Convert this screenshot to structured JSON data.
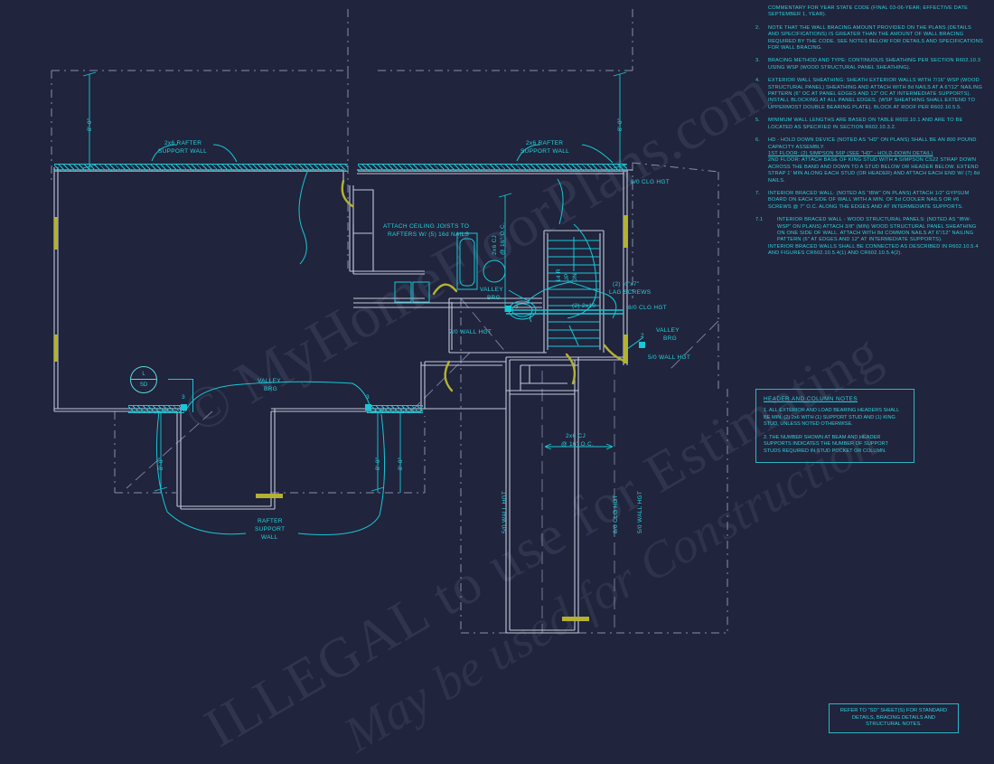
{
  "sheet": {
    "background_color": "#20243c",
    "line_color": "#9aa3bf",
    "annotation_color": "#29d3de",
    "header_color": "#b4b232"
  },
  "watermark": {
    "line1": "© MyHomeFloorPlans.com",
    "line2": "ILLEGAL to use for Estimating",
    "line3": "May be used for Construction"
  },
  "notes": [
    {
      "num": "",
      "text": "COMMENTARY FOR YEAR STATE CODE (FINAL 03-06-YEAR; EFFECTIVE DATE SEPTEMBER 1, YEAR)."
    },
    {
      "num": "2.",
      "text": "NOTE THAT THE WALL BRACING AMOUNT PROVIDED ON THE PLANS (DETAILS AND SPECIFICATIONS) IS GREATER THAN THE AMOUNT OF WALL BRACING REQUIRED BY THE CODE. SEE NOTES BELOW FOR DETAILS AND SPECIFICATIONS FOR WALL BRACING."
    },
    {
      "num": "3.",
      "text": "BRACING METHOD AND TYPE: CONTINUOUS SHEATHING PER SECTION R602.10.3 USING WSP (WOOD STRUCTURAL PANEL SHEATHING)."
    },
    {
      "num": "4.",
      "text": "EXTERIOR WALL SHEATHING: SHEATH EXTERIOR WALLS WITH 7/16\" WSP (WOOD STRUCTURAL PANEL) SHEATHING AND ATTACH WITH 8d NAILS AT A 6\"/12\" NAILING PATTERN (6\" OC AT PANEL EDGES AND 12\" OC AT INTERMEDIATE SUPPORTS). INSTALL BLOCKING AT ALL PANEL EDGES. (WSP SHEATHING SHALL EXTEND TO UPPERMOST DOUBLE BEARING PLATE). BLOCK AT ROOF PER R602.10.5.5."
    },
    {
      "num": "5.",
      "text": "MINIMUM WALL LENGTHS ARE BASED ON TABLE R602.10.1 AND ARE TO BE LOCATED AS SPECIFIED IN SECTION R602.10.3.2."
    },
    {
      "num": "6.",
      "text": "HD - HOLD DOWN DEVICE (NOTED AS \"HD\" ON PLANS) SHALL BE AN 800 POUND CAPACITY ASSEMBLY."
    },
    {
      "num": "",
      "text": "1ST FLOOR: (2) SIMPSON S6P (SEE \"HD\" - HOLD-DOWN DETAIL)"
    },
    {
      "num": "",
      "text": "2ND FLOOR: ATTACH BASE OF KING STUD WITH A SIMPSON CS22 STRAP DOWN ACROSS THE BAND AND DOWN TO A STUD BELOW OR HEADER BELOW. EXTEND STRAP 1' MIN ALONG EACH STUD (OR HEADER) AND ATTACH EACH END W/ (7) 8d NAILS."
    },
    {
      "num": "7.",
      "text": "INTERIOR BRACED WALL: (NOTED AS \"IBW\" ON PLANS) ATTACH 1/2\" GYPSUM BOARD ON EACH SIDE OF WALL WITH A MIN. OF 5d COOLER NAILS OR #6 SCREWS @ 7\" O.C. ALONG THE EDGES AND AT INTERMEDIATE SUPPORTS."
    },
    {
      "num": "7.1",
      "text": "INTERIOR BRACED WALL - WOOD STRUCTURAL PANELS: (NOTED AS \"IBW-WSP\" ON PLANS) ATTACH 3/8\" (MIN) WOOD STRUCTURAL PANEL SHEATHING ON ONE SIDE OF WALL. ATTACH WITH 8d COMMON NAILS AT 6\"/12\" NAILING PATTERN (6\" AT EDGES AND 12\" AT INTERMEDIATE SUPPORTS)."
    },
    {
      "num": "",
      "text": "INTERIOR BRACED WALLS SHALL BE CONNECTED AS DESCRIBED IN R602.10.5.4 AND FIGURES CR602.10.5.4(1) AND CR602.10.5.4(2)."
    }
  ],
  "header_column_notes": {
    "title": "HEADER AND COLUMN NOTES",
    "items": [
      "1. ALL EXTERIOR AND LOAD BEARING HEADERS SHALL BE MIN. (2) 2x6 WITH (1) SUPPORT STUD AND (1) KING STUD, UNLESS NOTED OTHERWISE.",
      "2. THE NUMBER SHOWN AT BEAM AND HEADER SUPPORTS INDICATES THE NUMBER OF SUPPORT STUDS REQUIRED IN STUD POCKET OR COLUMN."
    ]
  },
  "reference_box": {
    "text": "REFER TO \"SD\"  SHEET(S) FOR STANDARD DETAILS, BRACING DETAILS AND STRUCTURAL NOTES."
  },
  "plan_labels": {
    "rafter_support_wall_top_left": "2x6 RAFTER\nSUPPORT WALL",
    "rafter_support_wall_top_left_l1": "2x6 RAFTER",
    "rafter_support_wall_top_left_l2": "SUPPORT WALL",
    "rafter_support_wall_top_right_l1": "2x6 RAFTER",
    "rafter_support_wall_top_right_l2": "SUPPORT WALL",
    "ceiling_hgt_top_right": "8/0 CLG HGT",
    "ceiling_hgt_mid_right": "8/0 CLG HGT",
    "attach_joists_l1": "ATTACH CEILING JOISTS TO",
    "attach_joists_l2": "RAFTERS W/ (5) 16d NAILS",
    "lag_screws_l1": "(2) ½\"x7\"",
    "lag_screws_l2": "LAG SCREWS",
    "beam_2x10": "(2) 2x10",
    "valley_brg_center_l1": "VALLEY",
    "valley_brg_center_l2": "BRG",
    "valley_brg_right_l1": "VALLEY",
    "valley_brg_right_l2": "BRG",
    "valley_brg_lower_l1": "VALLEY",
    "valley_brg_lower_l2": "BRG",
    "wall_hgt_7_0": "7/0 WALL HGT",
    "wall_hgt_5_0_right": "5/0 WALL HGT",
    "rafter_support_wall_lower_l1": "RAFTER",
    "rafter_support_wall_lower_l2": "SUPPORT",
    "rafter_support_wall_lower_l3": "WALL",
    "ceiling_joist_l1": "2x6 CJ",
    "ceiling_joist_l2": "@ 16\" O.C.",
    "wing_wall_hgt_left": "5/0 WALL HGT",
    "wing_clg_hgt": "8/0 CLG HGT",
    "wing_wall_hgt_right": "5/0 WALL HGT",
    "ceiling_joist_vert_l1": "2x6 CJ",
    "ceiling_joist_vert_l2": "@ 16\" O.C.",
    "stair_label_l1": "14 R",
    "stair_label_l2": "UP",
    "stair_label_l3": "DN"
  },
  "dimensions": {
    "top_left": "8'-0\"",
    "top_right": "8'-0\"",
    "lower_left": "8'-0\"",
    "lower_mid": "8'-0\"",
    "lower_right": "8'-0\""
  },
  "callout_bubble": {
    "top": "L",
    "bottom": "SD"
  },
  "post_counts": [
    "3",
    "3",
    "3",
    "2"
  ]
}
